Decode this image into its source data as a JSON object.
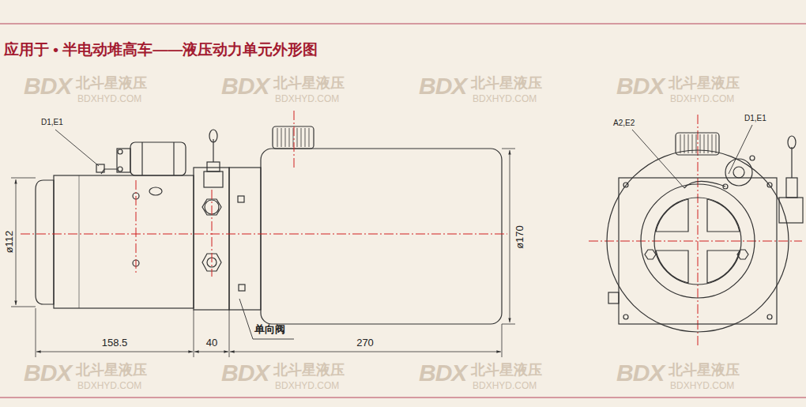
{
  "diagram": {
    "title": "应用于 • 半电动堆高车——液压动力单元外形图",
    "labels": [
      "D1,E1",
      "ø112",
      "158.5",
      "40",
      "270",
      "ø170",
      "单向阀",
      "A2,E2",
      "D1,E1",
      "BDX",
      "北斗星液压",
      "BDXHYD.COM",
      "BDX",
      "北斗星液压",
      "BDXHYD.COM",
      "BDX",
      "北斗星液压",
      "BDXHYD.COM",
      "BDX",
      "北斗星液压",
      "BDXHYD.COM",
      "BDX",
      "北斗星液压",
      "BDXHYD.COM",
      "BDX",
      "北斗星液压",
      "BDXHYD.COM",
      "BDX",
      "北斗星液压",
      "BDXHYD.COM",
      "BDX",
      "北斗星液压",
      "BDXHYD.COM"
    ]
  }
}
